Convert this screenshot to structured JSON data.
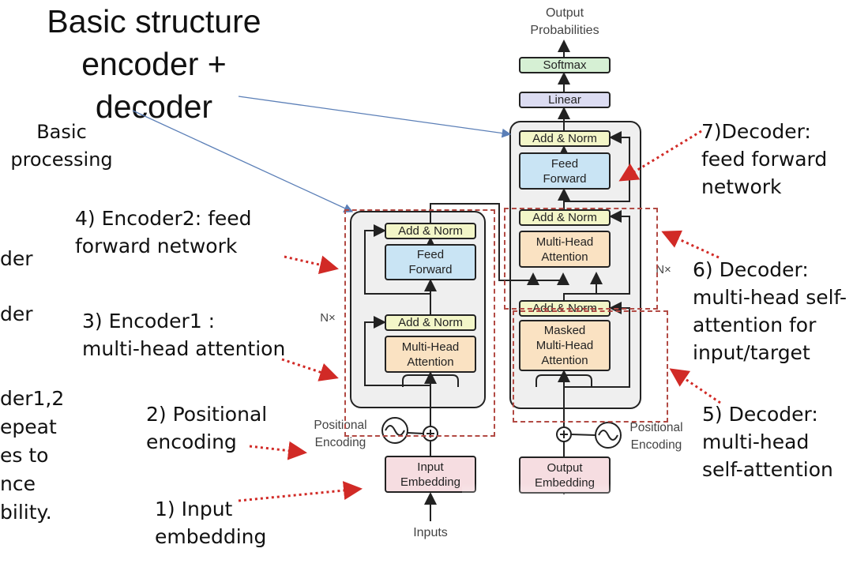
{
  "slide": {
    "title": "Basic structure\nencoder +\ndecoder",
    "left_partial": {
      "basic_processing": "Basic\nprocessing",
      "frag1": "der",
      "frag2": "der",
      "frag3": "der1,2\nepeat\nes to\nnce\nbility."
    },
    "annotations": {
      "a1": "1) Input\nembedding",
      "a2": "2) Positional\nencoding",
      "a3": "3) Encoder1 :\n multi-head attention",
      "a4": "4) Encoder2: feed\nforward network",
      "a5": "5) Decoder:\nmulti-head\nself-attention",
      "a6": "6) Decoder:\nmulti-head self-\nattention for\ninput/target",
      "a7": "7)Decoder:\nfeed forward\nnetwork"
    }
  },
  "diagram": {
    "output_probabilities": "Output\nProbabilities",
    "softmax": "Softmax",
    "linear": "Linear",
    "add_norm": "Add & Norm",
    "feed_forward": "Feed\nForward",
    "multi_head_attention": "Multi-Head\nAttention",
    "masked_multi_head_attention": "Masked\nMulti-Head\nAttention",
    "input_embedding": "Input\nEmbedding",
    "output_embedding": "Output\nEmbedding",
    "positional_encoding": "Positional\nEncoding",
    "inputs": "Inputs",
    "nx": "N×",
    "colors": {
      "add_norm": "#f3f6c8",
      "feed_forward": "#c9e4f4",
      "attention": "#fae2c2",
      "embedding": "#f6dde1",
      "softmax": "#d6f0d4",
      "linear": "#dcdcf2",
      "dashed_annotation": "#b24a44",
      "arrow_red": "#d12a26",
      "arrow_blue": "#5b7fb7"
    }
  }
}
